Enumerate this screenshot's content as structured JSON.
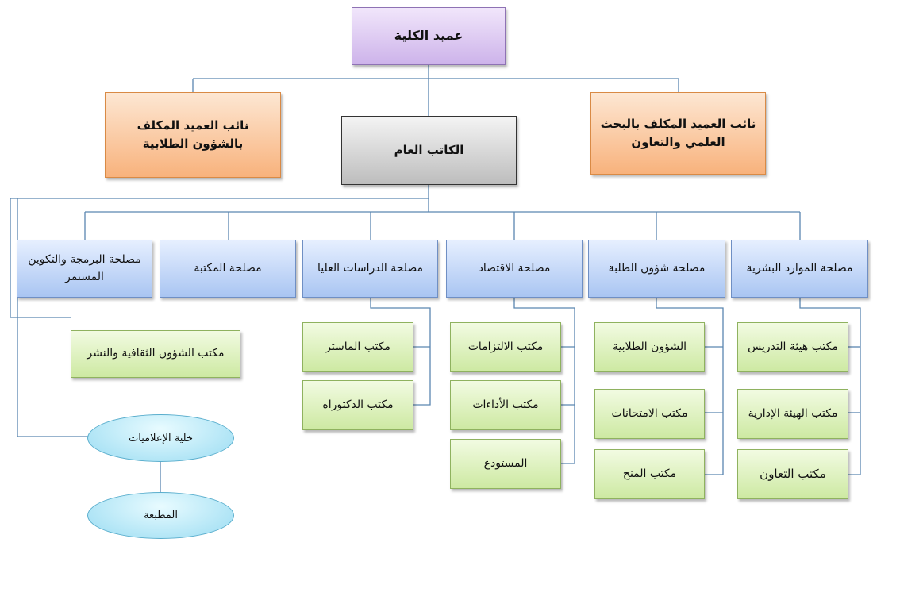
{
  "dean": "عميد الكلية",
  "vice_students": "نائب العميد المكلف بالشؤون الطلابية",
  "vice_research": "نائب العميد المكلف بالبحث العلمي والتعاون",
  "secretary": "الكاتب العام",
  "departments": {
    "hr": "مصلحة الموارد البشرية",
    "students": "مصلحة شؤون الطلبة",
    "economy": "مصلحة الاقتصاد",
    "graduate": "مصلحة الدراسات العليا",
    "library": "مصلحة المكتبة",
    "programming": "مصلحة البرمجة والتكوين المستمر"
  },
  "offices": {
    "teaching_staff": "مكتب هيئة التدريس",
    "admin_staff": "مكتب الهيئة الإدارية",
    "cooperation": "مكتب التعاون",
    "student_affairs": "الشؤون الطلابية",
    "exams": "مكتب الامتحانات",
    "grants": "مكتب المنح",
    "commitments": "مكتب الالتزامات",
    "payments": "مكتب الأداءات",
    "warehouse": "المستودع",
    "master": "مكتب الماستر",
    "doctorate": "مكتب الدكتوراه",
    "culture": "مكتب الشؤون الثقافية والنشر"
  },
  "media_cell": "خلية الإعلاميات",
  "printing": "المطبعة",
  "colors": {
    "connector": "#5b86b0",
    "purple": "#cdb3ea",
    "orange": "#f8b27c",
    "gray": "#bdbdbd",
    "blue": "#a9c5f2",
    "green": "#cde9a2",
    "cyan": "#9adcf2"
  }
}
